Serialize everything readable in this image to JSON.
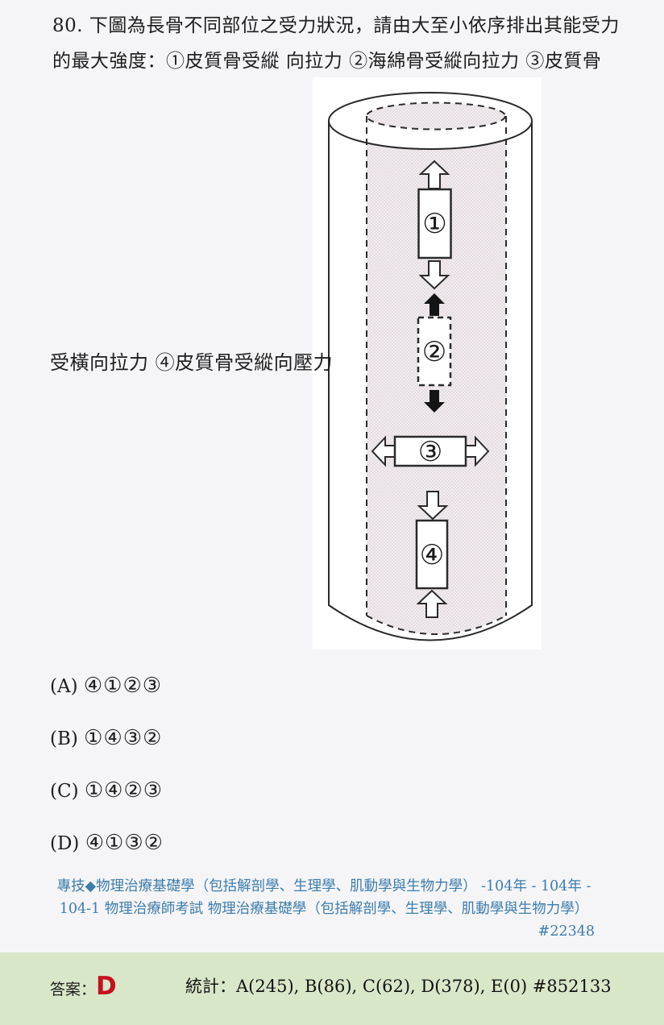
{
  "question": {
    "number": "80.",
    "line1": "80. 下圖為長骨不同部位之受力狀況，請由大至小依序排出其能受力",
    "line2": "的最大強度：①皮質骨受縱 向拉力 ②海綿骨受縱向拉力 ③皮質骨",
    "line3": "受橫向拉力 ④皮質骨受縱向壓力"
  },
  "diagram": {
    "description": "long-bone cylinder with four loaded sites",
    "labels": {
      "site1": "①",
      "site2": "②",
      "site3": "③",
      "site4": "④"
    }
  },
  "options": [
    {
      "key": "(A) ",
      "value": "④①②③"
    },
    {
      "key": "(B) ",
      "value": "①④③②"
    },
    {
      "key": "(C) ",
      "value": "①④②③"
    },
    {
      "key": "(D) ",
      "value": "④①③②"
    }
  ],
  "citation": {
    "line1": "專技◆物理治療基礎學（包括解剖學、生理學、肌動學與生物力學） -104年 - 104年 -",
    "line2": "104-1 物理治療師考試 物理治療基礎學（包括解剖學、生理學、肌動學與生物力學）",
    "ref": "#22348",
    "link_color": "#3d7dad"
  },
  "answer": {
    "label": "答案：",
    "value": "D",
    "value_color": "#c41220",
    "stats": "統計：A(245), B(86), C(62), D(378), E(0) #852133",
    "bar_color": "#d9e7c9"
  }
}
